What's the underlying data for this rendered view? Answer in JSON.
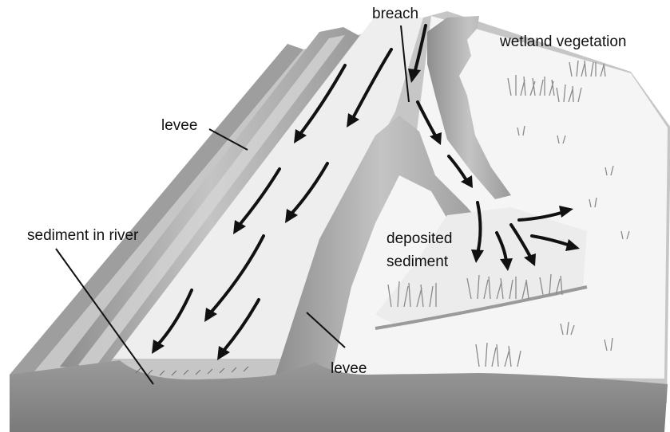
{
  "labels": {
    "breach": "breach",
    "wetland": "wetland vegetation",
    "levee_left": "levee",
    "sediment_river": "sediment in river",
    "deposited_line1": "deposited",
    "deposited_line2": "sediment",
    "levee_right": "levee"
  },
  "colors": {
    "block_side": "#8c8c8c",
    "block_top": "#bdbdbd",
    "levee": "#a9a9a9",
    "levee_highlight": "#cfcfcf",
    "channel": "#f2f2f2",
    "floodplain": "#f7f7f7",
    "arrow": "#111111"
  }
}
